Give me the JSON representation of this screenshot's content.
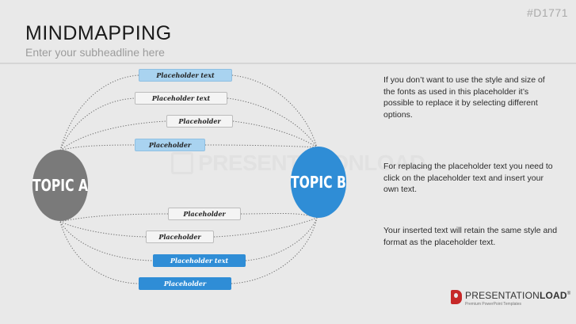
{
  "slide_id": "#D1771",
  "title": "MINDMAPPING",
  "subtitle": "Enter your subheadline here",
  "topic_a": "TOPIC A",
  "topic_b": "TOPIC B",
  "boxes": [
    {
      "label": "Placeholder text",
      "style": "light"
    },
    {
      "label": "Placeholder text",
      "style": "white"
    },
    {
      "label": "Placeholder",
      "style": "white"
    },
    {
      "label": "Placeholder",
      "style": "light"
    },
    {
      "label": "Placeholder",
      "style": "white"
    },
    {
      "label": "Placeholder",
      "style": "white"
    },
    {
      "label": "Placeholder text",
      "style": "dark"
    },
    {
      "label": "Placeholder",
      "style": "dark"
    }
  ],
  "paragraphs": [
    "If you don’t want to use the style and size of the fonts as used in this placeholder it’s possible to replace it by selecting different options.",
    "For replacing the placeholder text you need to click on the placeholder text and insert your own text.",
    "Your inserted text will retain the same style and format as the placeholder text."
  ],
  "watermark": "PRESENTATIONLOAD",
  "logo": {
    "regular": "PRESENTATION",
    "bold": "LOAD",
    "reg_mark": "®",
    "tagline": "Premium PowerPoint Templates"
  },
  "colors": {
    "topic_a": "#7a7a7a",
    "topic_b": "#2f8dd6",
    "box_light": "#a9d3f0",
    "box_dark": "#2f8dd6",
    "logo_red": "#c62828"
  }
}
